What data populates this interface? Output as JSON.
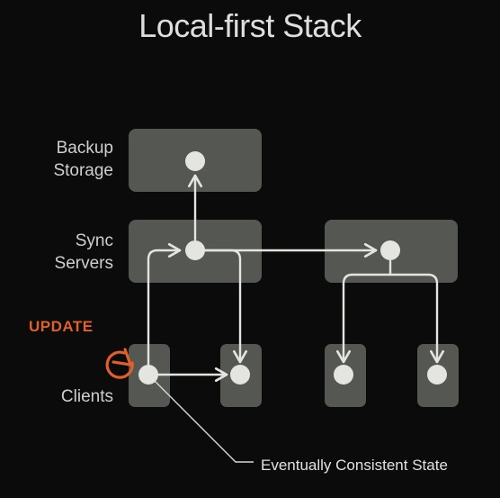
{
  "title": "Local-first Stack",
  "rows": {
    "backup": [
      "Backup",
      "Storage"
    ],
    "sync": [
      "Sync",
      "Servers"
    ],
    "clients": "Clients"
  },
  "update_label": "UPDATE",
  "annotation": "Eventually Consistent State",
  "colors": {
    "background": "#0b0b0b",
    "box": "#555752",
    "node": "#e4e4e0",
    "arrow": "#e4e4e0",
    "accent": "#e0602a"
  }
}
